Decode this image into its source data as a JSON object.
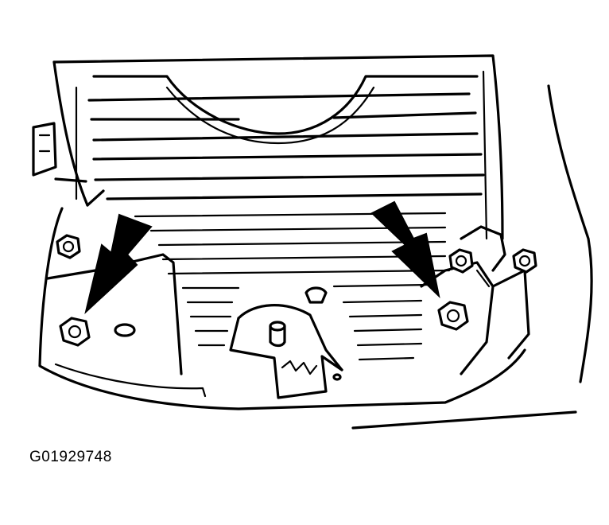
{
  "figure": {
    "id_label": "G01929748"
  },
  "colors": {
    "ink": "#000000",
    "paper": "#ffffff"
  },
  "callouts": [
    {
      "icon": "arrow-down-left-icon",
      "target": "left-bolt"
    },
    {
      "icon": "arrow-down-right-icon",
      "target": "right-bolt"
    }
  ]
}
